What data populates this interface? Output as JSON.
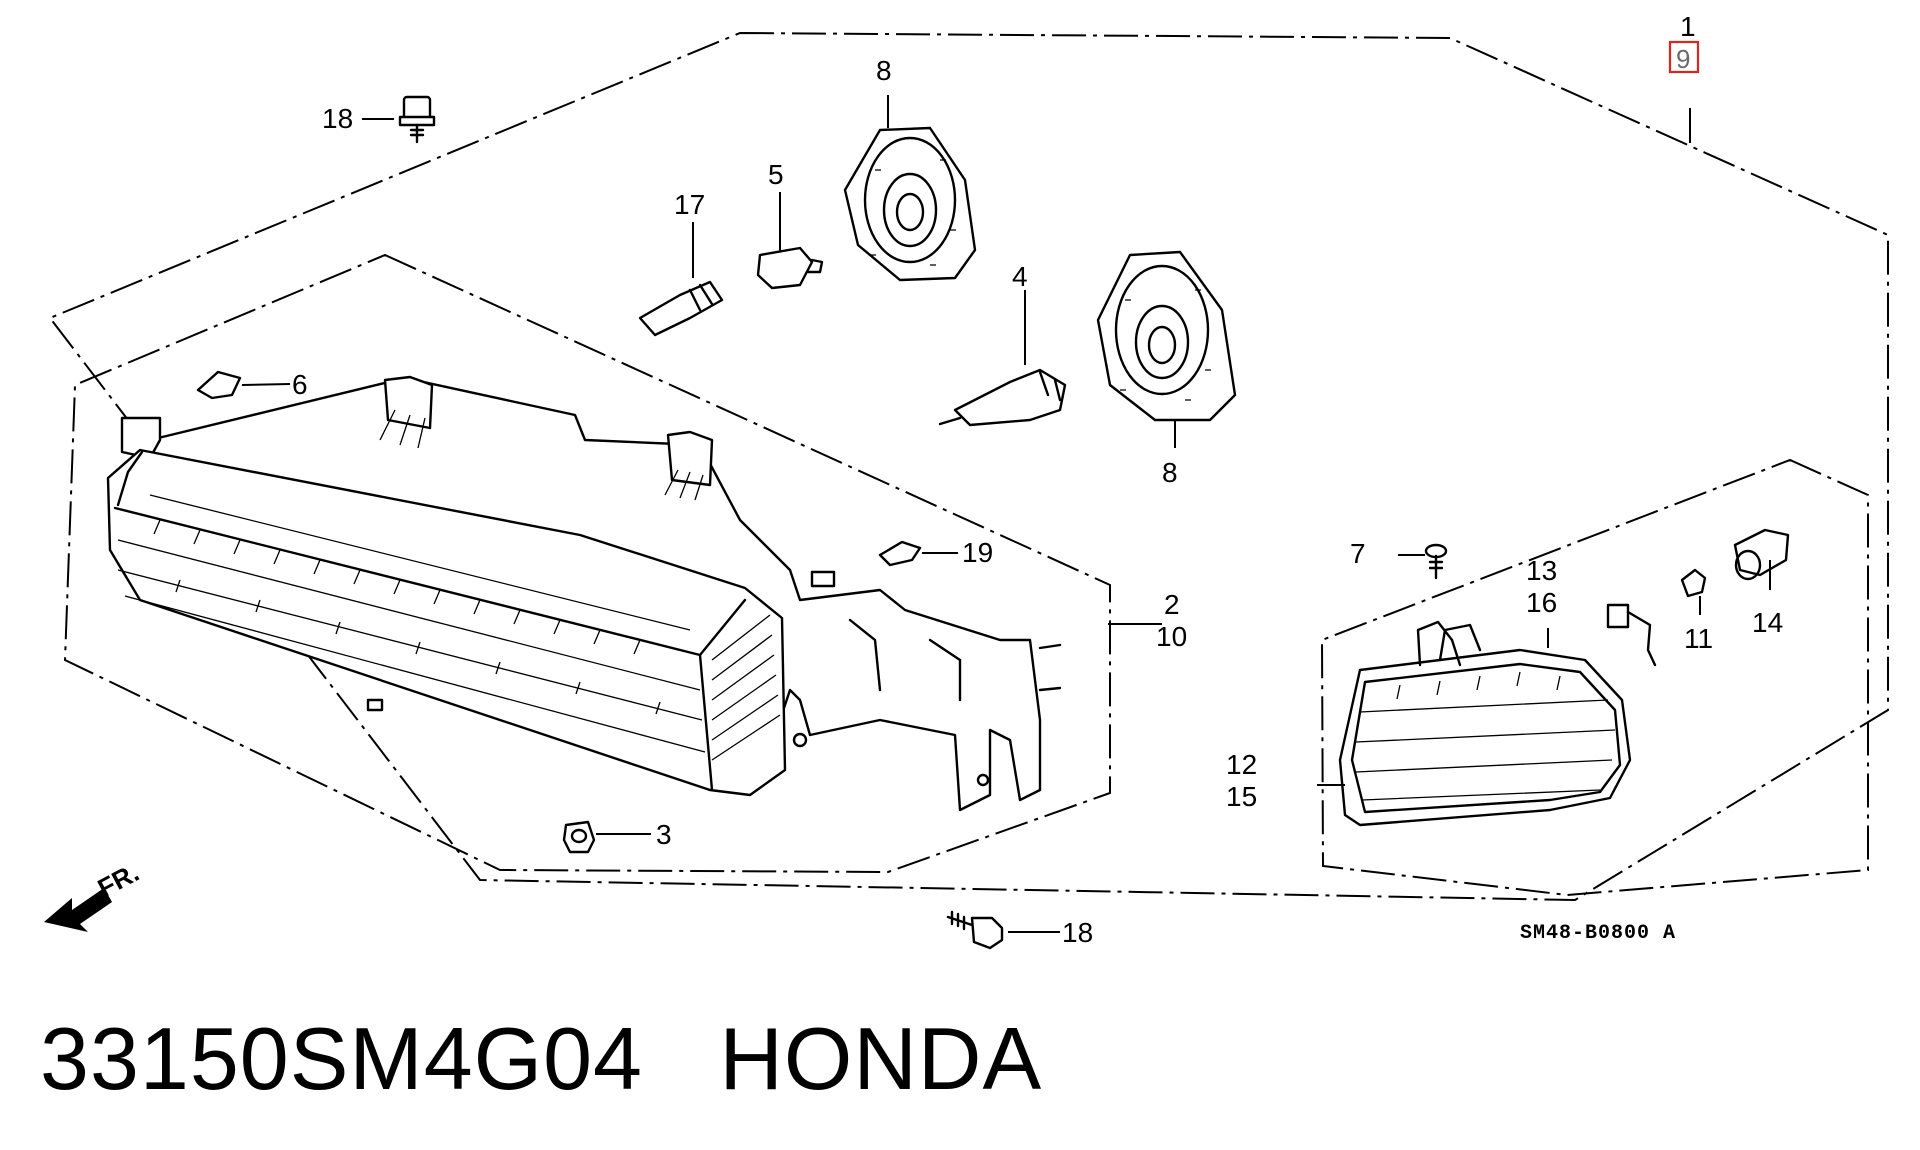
{
  "diagram_code": "SM48-B0800 A",
  "direction_label": "FR.",
  "callouts": {
    "c1": "1",
    "c9": "9",
    "c18a": "18",
    "c18b": "18",
    "c17": "17",
    "c5": "5",
    "c8a": "8",
    "c8b": "8",
    "c4": "4",
    "c6": "6",
    "c19": "19",
    "c2": "2",
    "c10": "10",
    "c3": "3",
    "c7": "7",
    "c13": "13",
    "c16": "16",
    "c11": "11",
    "c14": "14",
    "c12": "12",
    "c15": "15"
  },
  "highlighted_callout": "9",
  "part_number": "33150SM4G04",
  "brand": "HONDA",
  "colors": {
    "line": "#000000",
    "highlight": "#e0241b",
    "highlight_text": "#6b6b6b",
    "background": "#ffffff"
  }
}
